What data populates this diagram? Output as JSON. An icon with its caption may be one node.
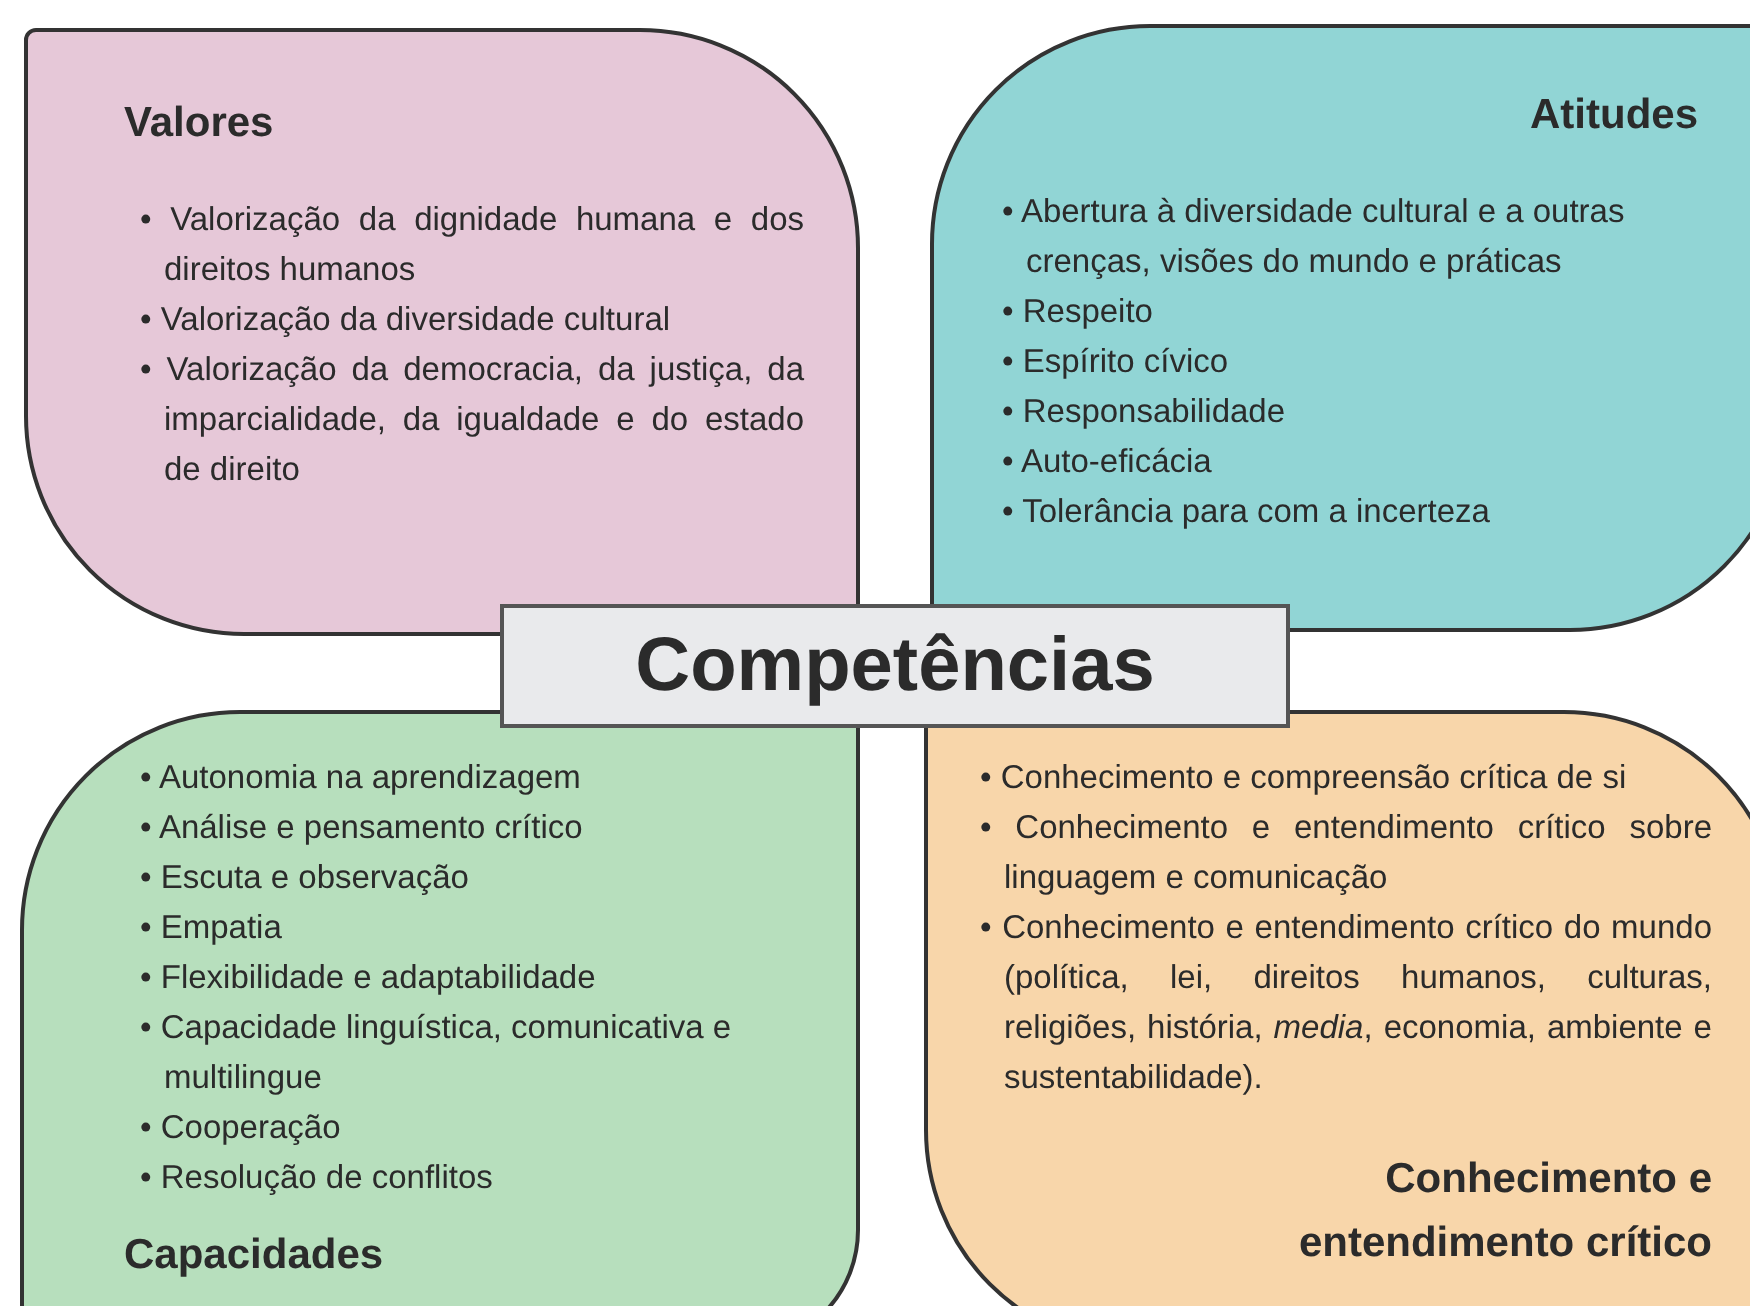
{
  "diagram": {
    "nodes": [
      {
        "text": [
          "Valores",
          "• Valorização da dignidade humana e dos direitos humanos",
          "• Valorização da diversidade cultural",
          "• Valorização da democracia, da justiça, da imparcialidade, da igualdade e do estado de direito"
        ]
      },
      {
        "text": [
          "Atitudes",
          "• Abertura à diversidade cultural e a outras crenças, visões do mundo e práticas",
          "• Respeito",
          "• Espírito cívico",
          "• Responsabilidade",
          "• Auto-eficácia",
          "• Tolerância para com a incerteza"
        ]
      },
      {
        "text": [
          "• Autonomia na aprendizagem",
          "• Análise e pensamento crítico",
          "• Escuta e observação",
          "• Empatia",
          "• Flexibilidade e adaptabilidade",
          "• Capacidade linguística, comunicativa e multilingue",
          "• Cooperação",
          "• Resolução de conflitos",
          "Capacidades"
        ]
      },
      {
        "text": [
          "• Conhecimento e compreensão crítica de si",
          "• Conhecimento e entendimento crítico sobre linguagem e comunicação",
          "• Conhecimento e entendimento crítico do mundo (política, lei, direitos humanos, culturas, religiões, história, *media*, economia, ambiente e sustentabilidade).",
          "Conhecimento e entendimento crítico"
        ]
      },
      {
        "text": [
          "Competências"
        ]
      }
    ]
  }
}
